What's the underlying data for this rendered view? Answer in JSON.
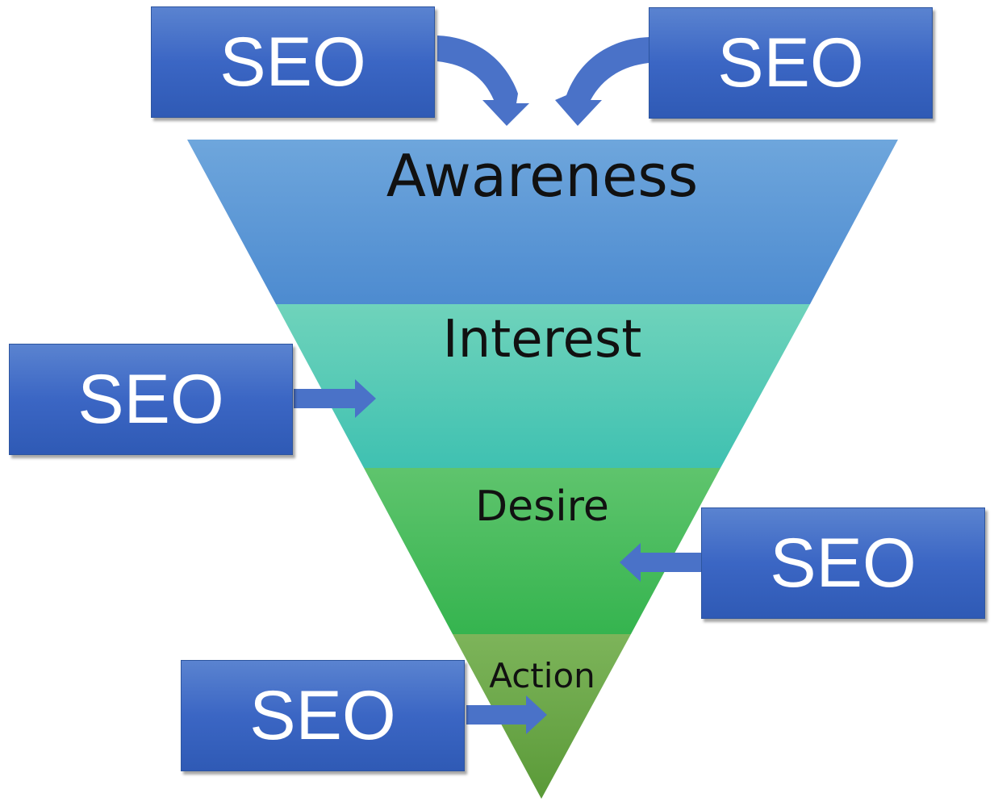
{
  "funnel": {
    "stages": [
      {
        "key": "awareness",
        "label": "Awareness",
        "color_top": "#6ea6dc",
        "color_bottom": "#4d8bd0"
      },
      {
        "key": "interest",
        "label": "Interest",
        "color_top": "#6fd3bb",
        "color_bottom": "#3fc1b1"
      },
      {
        "key": "desire",
        "label": "Desire",
        "color_top": "#5fc46d",
        "color_bottom": "#35b44f"
      },
      {
        "key": "action",
        "label": "Action",
        "color_top": "#7db45a",
        "color_bottom": "#5a9a38"
      }
    ]
  },
  "seo_boxes": [
    {
      "label": "SEO"
    },
    {
      "label": "SEO"
    },
    {
      "label": "SEO"
    },
    {
      "label": "SEO"
    },
    {
      "label": "SEO"
    }
  ],
  "colors": {
    "box_blue": "#3b66c4",
    "arrow_blue": "#4a72c8"
  }
}
